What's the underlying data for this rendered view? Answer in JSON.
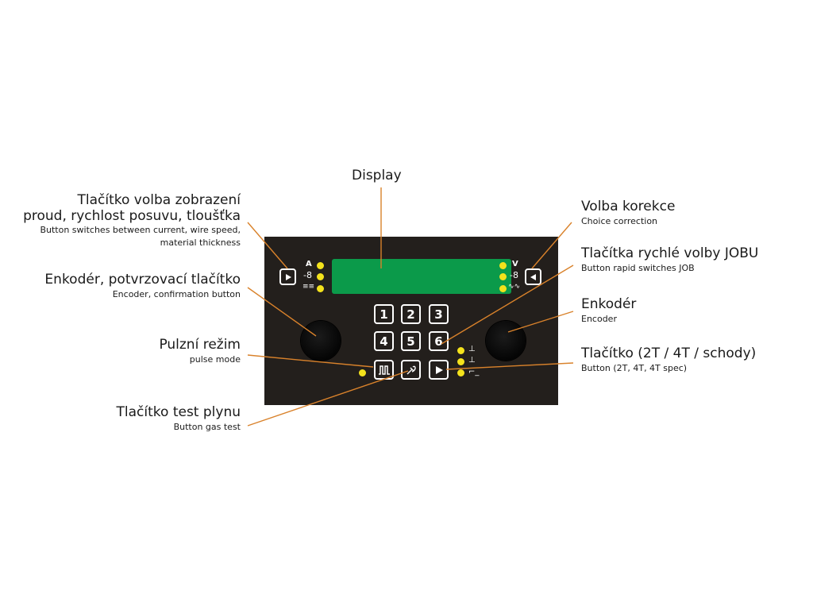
{
  "labels": {
    "display": {
      "main": "Display"
    },
    "view_button": {
      "main_line1": "Tlačítko volba zobrazení",
      "main_line2": "proud, rychlost posuvu, tloušťka",
      "sub_line1": "Button switches between current, wire speed,",
      "sub_line2": "material thickness"
    },
    "encoder_left": {
      "main": "Enkodér, potvrzovací tlačítko",
      "sub": "Encoder, confirmation button"
    },
    "pulse": {
      "main": "Pulzní režim",
      "sub": "pulse mode"
    },
    "gas_test": {
      "main": "Tlačítko test plynu",
      "sub": "Button gas test"
    },
    "correction": {
      "main": "Volba korekce",
      "sub": "Choice correction"
    },
    "job": {
      "main": "Tlačítka rychlé volby JOBU",
      "sub": "Button rapid switches JOB"
    },
    "encoder_right": {
      "main": "Enkodér",
      "sub": "Encoder"
    },
    "mode": {
      "main": "Tlačítko (2T / 4T / schody)",
      "sub": "Button (2T, 4T, 4T spec)"
    }
  },
  "panel": {
    "left_unit": "A",
    "right_unit": "V",
    "job_buttons": [
      "1",
      "2",
      "3",
      "4",
      "5",
      "6"
    ]
  },
  "colors": {
    "panel": "#231f1c",
    "display": "#0b9a4a",
    "led": "#f4e21c",
    "leader": "#d9822b"
  },
  "icons": {
    "view_button": "play-left-icon",
    "correction_button": "play-right-icon",
    "pulse_button": "pulse-wave-icon",
    "gas_button": "gas-torch-icon",
    "mode_button": "play-icon"
  }
}
